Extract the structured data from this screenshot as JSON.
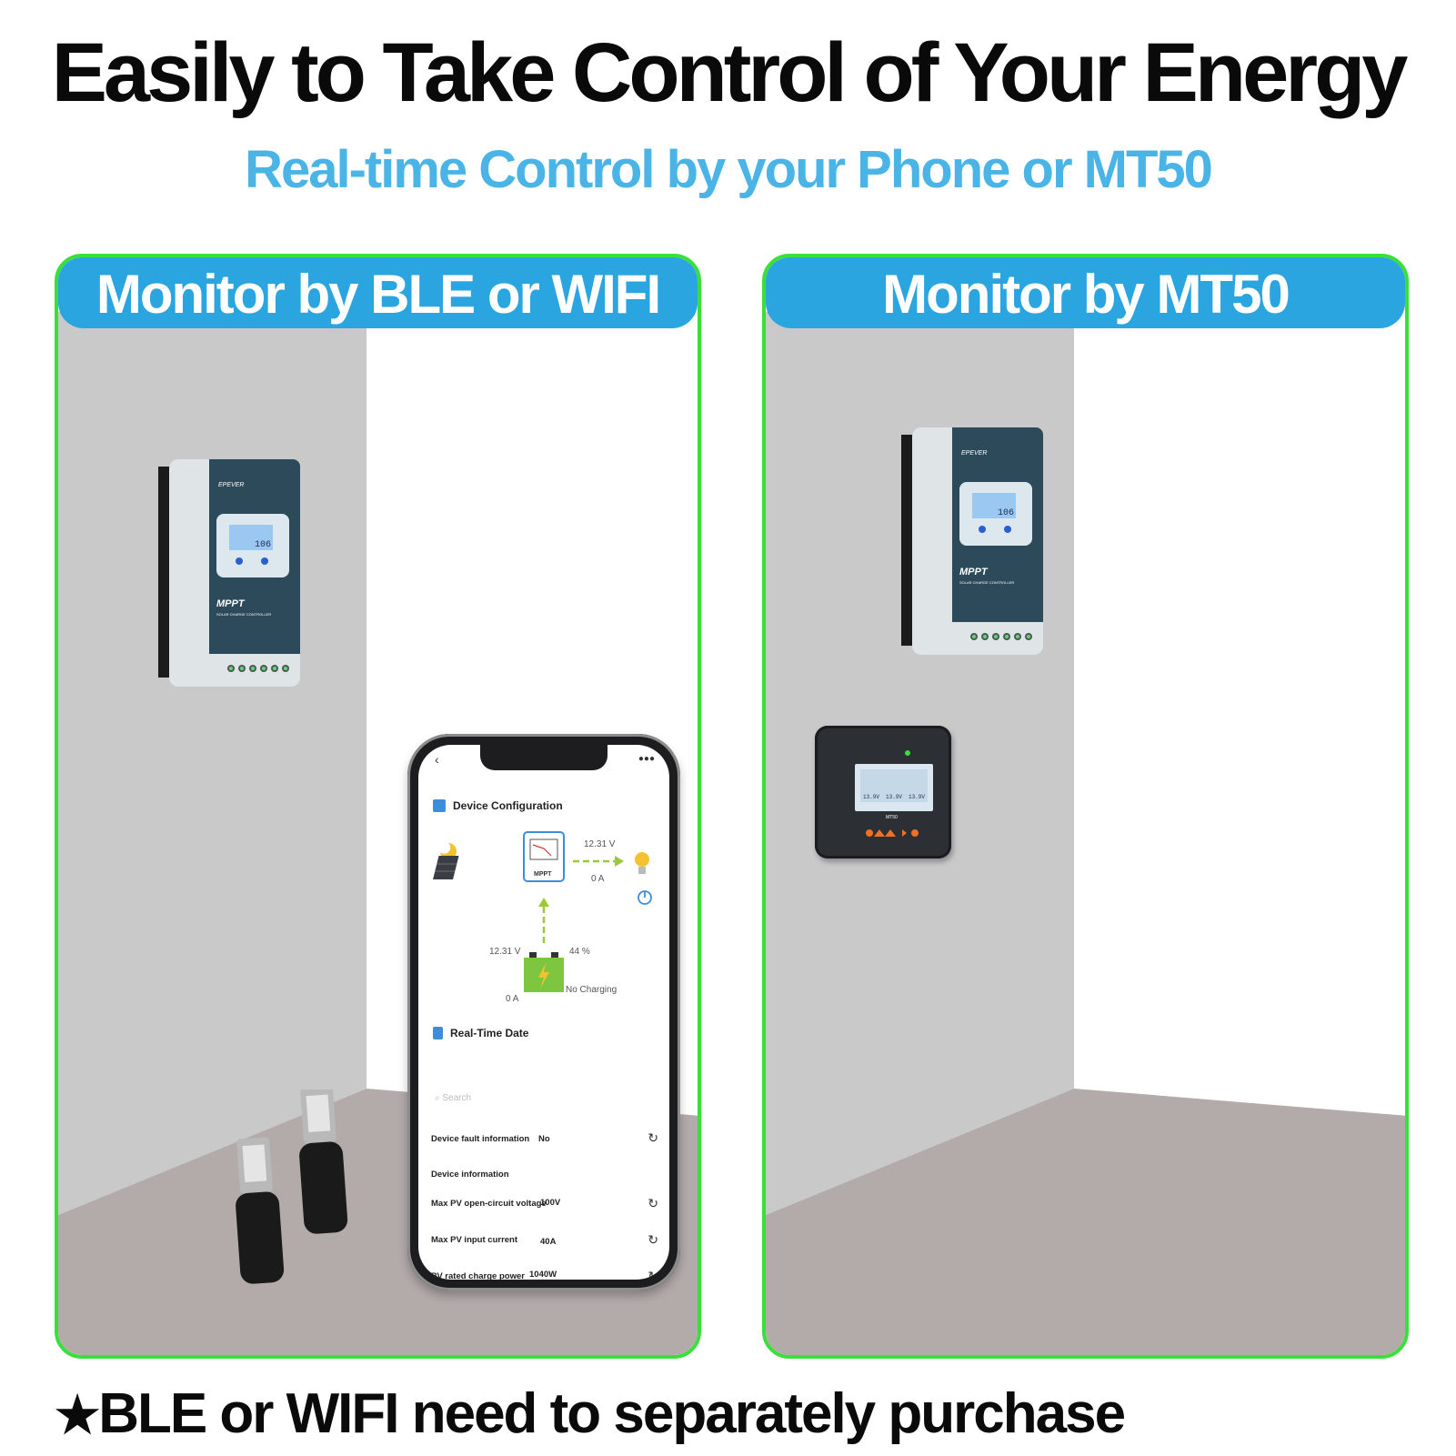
{
  "headline": "Easily to Take Control of Your Energy",
  "subheadline": "Real-time Control by your Phone or MT50",
  "colors": {
    "accent_blue": "#2aa5df",
    "subheadline_blue": "#4ab4e6",
    "panel_border_green": "#39e03a",
    "wall_gray": "#c9c9c9",
    "floor_gray": "#b3abaa",
    "controller_navy": "#2c4a59"
  },
  "left_panel": {
    "title": "Monitor by BLE or WIFI",
    "controller": {
      "brand": "EPEVER",
      "model": "MPPT",
      "subtitle": "SOLAR CHARGE CONTROLLER",
      "display": "106"
    },
    "phone": {
      "back": "‹",
      "device_config_title": "Device Configuration",
      "mppt_label": "MPPT",
      "load_voltage": "12.31 V",
      "load_current": "0 A",
      "battery_voltage": "12.31 V",
      "battery_current": "0 A",
      "battery_soc": "44 %",
      "charge_state": "No Charging",
      "realtime_title": "Real-Time Date",
      "search_placeholder": "Search",
      "rows": [
        {
          "label": "Device fault information",
          "value": "No"
        },
        {
          "label": "Device information",
          "value": ""
        },
        {
          "label": "Max PV open-circuit voltage",
          "value": "100V"
        },
        {
          "label": "Max PV input current",
          "value": "40A"
        },
        {
          "label": "PV rated charge power",
          "value": "1040W"
        }
      ]
    },
    "dongle_icon": "ble-wifi-dongle-icon"
  },
  "right_panel": {
    "title": "Monitor by MT50",
    "controller": {
      "brand": "EPEVER",
      "model": "MPPT",
      "subtitle": "SOLAR CHARGE CONTROLLER",
      "display": "106"
    },
    "mt50": {
      "model": "MT50",
      "v1": "13.9V",
      "v2": "13.9V",
      "v3": "13.9V"
    }
  },
  "footnote": {
    "star": "★",
    "text": "BLE or WIFI need to separately purchase"
  }
}
